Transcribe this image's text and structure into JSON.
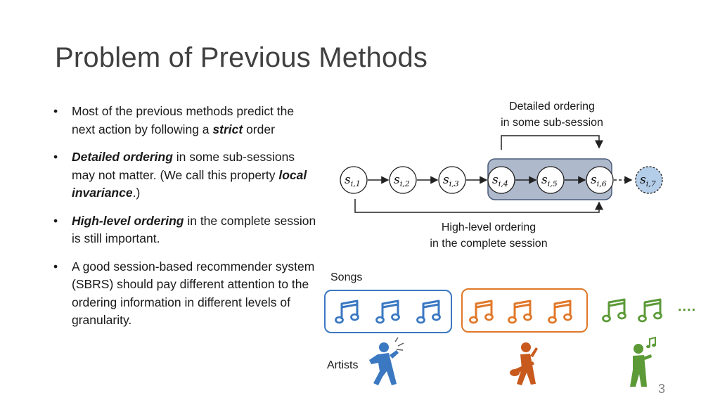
{
  "slide": {
    "title": "Problem of Previous Methods",
    "page_number": "3"
  },
  "bullets": [
    {
      "a": "Most of the previous methods predict the next action by following a ",
      "b": "strict",
      "c": " order"
    },
    {
      "a": "",
      "b": "Detailed ordering",
      "c": " in some sub-sessions may not matter. (We call this property ",
      "d": "local invariance",
      "e": ".)"
    },
    {
      "a": "",
      "b": "High-level ordering",
      "c": " in the complete session is still important."
    },
    {
      "a": "A good session-based recommender system (SBRS) should pay different attention to the ordering information in different levels of granularity."
    }
  ],
  "diagram": {
    "top_label_line1": "Detailed ordering",
    "top_label_line2": "in some sub-session",
    "bottom_label_line1": "High-level ordering",
    "bottom_label_line2": "in the complete session",
    "nodes": [
      "s",
      "s",
      "s",
      "s",
      "s",
      "s",
      "s"
    ],
    "subscripts": [
      "i,1",
      "i,2",
      "i,3",
      "i,4",
      "i,5",
      "i,6",
      "i,7"
    ],
    "subsession_fill": "#aeb9cc",
    "target_node_fill": "#b4cde9"
  },
  "groups": {
    "songs_label": "Songs",
    "artists_label": "Artists",
    "ellipsis": "....",
    "blue": "#3a78c2",
    "orange": "#e0782a",
    "green": "#5c9a38"
  }
}
